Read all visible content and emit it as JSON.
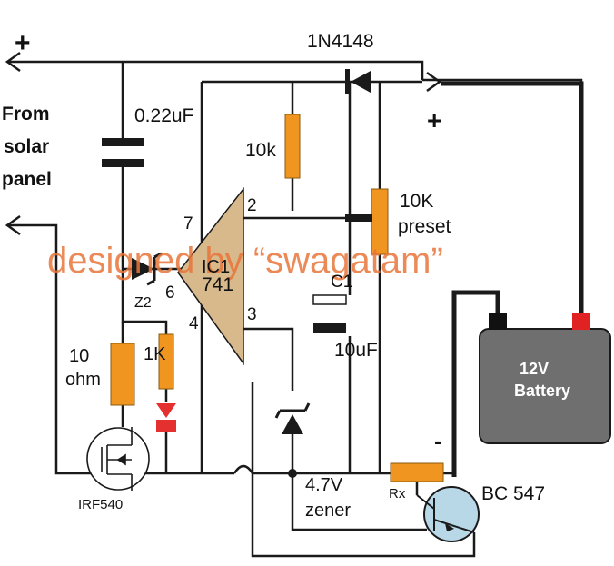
{
  "labels": {
    "plus_top": "+",
    "from": "From",
    "solar": "solar",
    "panel": "panel",
    "diode": "1N4148",
    "cap_top": "0.22uF",
    "plus_right": "+",
    "r_10k": "10k",
    "pin2": "2",
    "preset_10k": "10K",
    "preset": "preset",
    "pin7": "7",
    "watermark": "designed by “swagatam”",
    "ic": "IC1",
    "opamp": "741",
    "pin6": "6",
    "z2": "Z2",
    "pin4": "4",
    "pin3": "3",
    "c1": "C1",
    "cap_10uf": "10uF",
    "r10_a": "10",
    "r10_b": "ohm",
    "r_1k": "1K",
    "battery_a": "12V",
    "battery_b": "Battery",
    "minus": "-",
    "mosfet": "IRF540",
    "rx": "Rx",
    "transistor": "BC 547",
    "zener_a": "4.7V",
    "zener_b": "zener"
  },
  "colors": {
    "wire": "#1a1a1a",
    "opamp_fill": "#d8b98c",
    "resistor_fill": "#f0951f",
    "battery_fill": "#6f6f6f",
    "battery_term_neg": "#111111",
    "battery_term_pos": "#e02222",
    "led": "#e53030",
    "transistor_fill": "#b8d8e8",
    "watermark": "#e8753a"
  }
}
